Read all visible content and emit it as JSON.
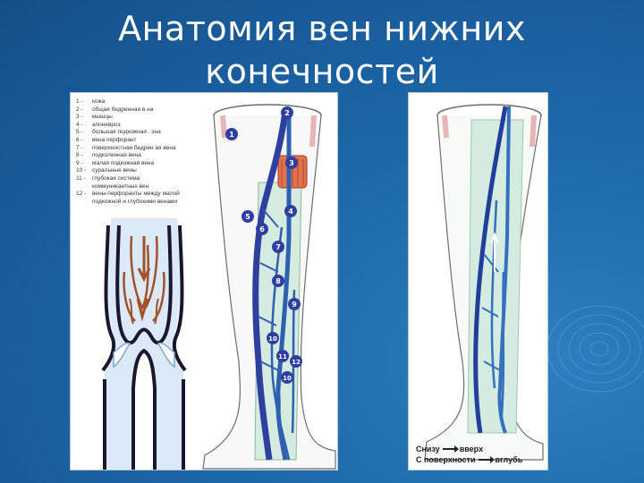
{
  "slide": {
    "title_line1": "Анатомия вен нижних",
    "title_line2": "конечностей"
  },
  "legend": [
    {
      "num": "1 -",
      "text": "кожа"
    },
    {
      "num": "2 -",
      "text": "общая бедренная в на"
    },
    {
      "num": "3 -",
      "text": "мышцы"
    },
    {
      "num": "4 -",
      "text": "апоневроз"
    },
    {
      "num": "5 -",
      "text": "большая подкожная . эна"
    },
    {
      "num": "6 -",
      "text": "вена перфорант"
    },
    {
      "num": "7 -",
      "text": "поверхностная бедрен ая вена"
    },
    {
      "num": "8 -",
      "text": "подколенная вена"
    },
    {
      "num": "9 -",
      "text": "малая подкожная вена"
    },
    {
      "num": "10 -",
      "text": "суральные вены"
    },
    {
      "num": "11 -",
      "text": "глубокая система"
    },
    {
      "num": "",
      "text": "коммуникантных вен"
    },
    {
      "num": "12 -",
      "text": "вены-перфоранты между малой"
    },
    {
      "num": "",
      "text": "подкожной и глубокими венами"
    }
  ],
  "markers": [
    "1",
    "2",
    "3",
    "4",
    "5",
    "6",
    "7",
    "8",
    "9",
    "10",
    "11",
    "12",
    "10"
  ],
  "caption": {
    "line1_from": "Снизу",
    "line1_to": "вверх",
    "line2_from": "С поверхности",
    "line2_to": "вглубь"
  }
}
